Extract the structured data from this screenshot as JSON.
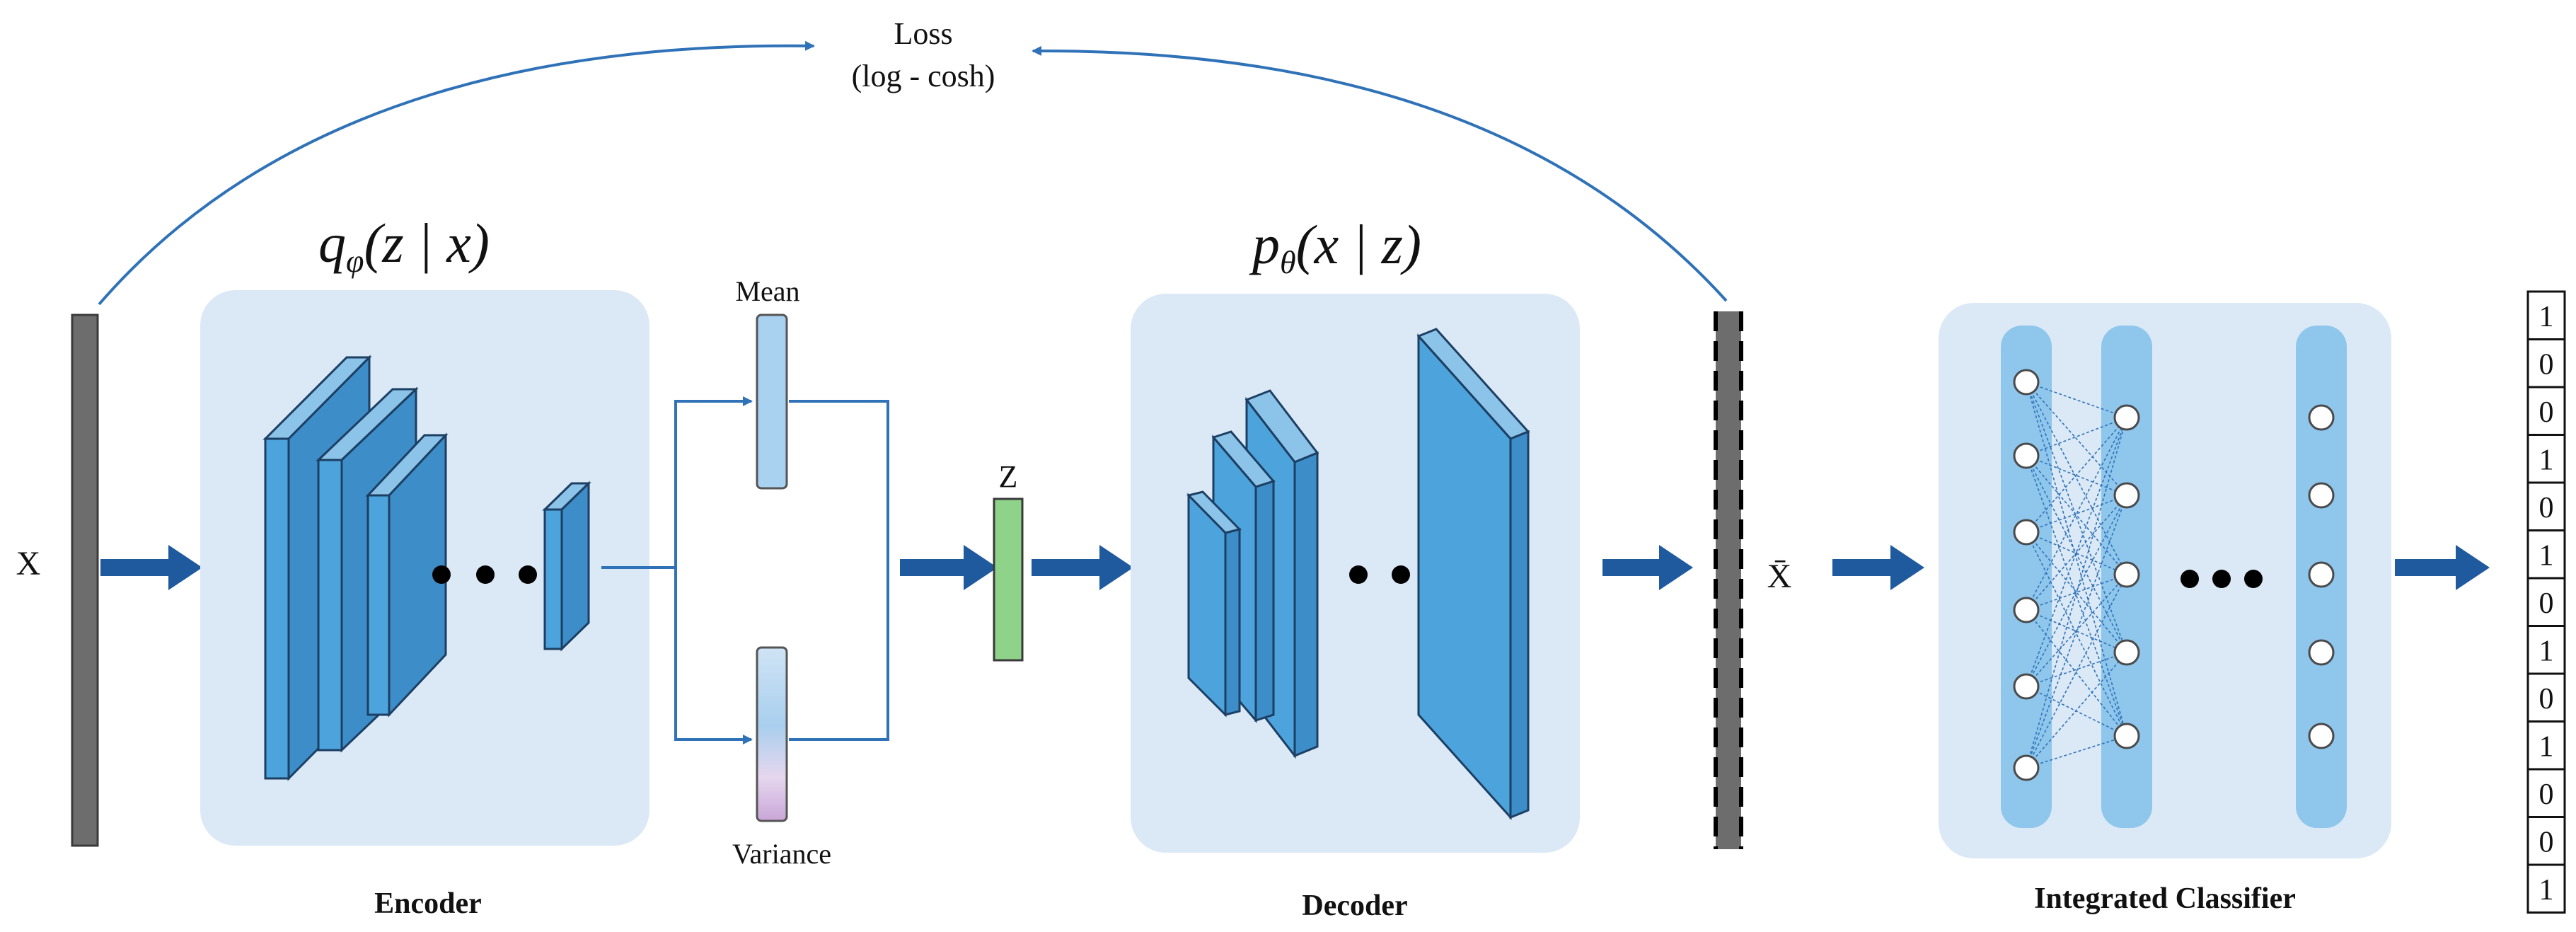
{
  "loss": {
    "title": "Loss",
    "subtitle": "(log - cosh)"
  },
  "encoder": {
    "formula_main": "q",
    "formula_sub": "φ",
    "formula_args": "(z | x)",
    "label": "Encoder"
  },
  "decoder": {
    "formula_main": "p",
    "formula_sub": "θ",
    "formula_args": "(x | z)",
    "label": "Decoder"
  },
  "latent": {
    "mean_label": "Mean",
    "variance_label": "Variance",
    "z_label": "Z"
  },
  "input": {
    "label": "X"
  },
  "reconstruction": {
    "label": "X̄"
  },
  "classifier": {
    "label": "Integrated Classifier"
  },
  "output_vector": [
    "1",
    "0",
    "0",
    "1",
    "0",
    "1",
    "0",
    "1",
    "0",
    "1",
    "0",
    "0",
    "1"
  ],
  "colors": {
    "panel": "#dbe9f6",
    "block_front": "#4da3db",
    "block_side": "#8cc3e8",
    "arrow": "#1f5a9e",
    "latent_z": "#8fd28a",
    "bar_gray": "#6d6d6d",
    "classifier_column": "#8ec6ec"
  },
  "icons": {
    "ellipsis": "three-dots-icon",
    "arrow": "right-arrow-icon"
  }
}
